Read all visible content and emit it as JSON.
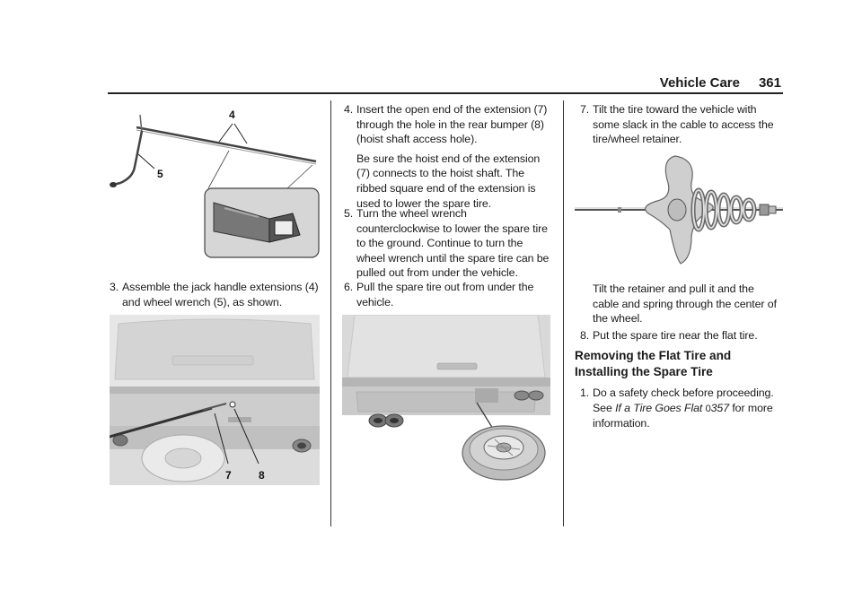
{
  "header": {
    "section": "Vehicle Care",
    "page_number": "361"
  },
  "figures": {
    "fig1_callouts": [
      "4",
      "5"
    ],
    "fig2_callouts": [
      "7",
      "8"
    ]
  },
  "col1": {
    "step3": {
      "num": "3.",
      "text": "Assemble the jack handle extensions (4) and wheel wrench (5), as shown."
    }
  },
  "col2": {
    "step4": {
      "num": "4.",
      "text": "Insert the open end of the extension (7) through the hole in the rear bumper (8) (hoist shaft access hole).",
      "note": "Be sure the hoist end of the extension (7) connects to the hoist shaft. The ribbed square end of the extension is used to lower the spare tire."
    },
    "step5": {
      "num": "5.",
      "text": "Turn the wheel wrench counterclockwise to lower the spare tire to the ground. Continue to turn the wheel wrench until the spare tire can be pulled out from under the vehicle."
    },
    "step6": {
      "num": "6.",
      "text": "Pull the spare tire out from under the vehicle."
    }
  },
  "col3": {
    "step7": {
      "num": "7.",
      "text": "Tilt the tire toward the vehicle with some slack in the cable to access the tire/wheel retainer.",
      "note": "Tilt the retainer and pull it and the cable and spring through the center of the wheel."
    },
    "step8": {
      "num": "8.",
      "text": "Put the spare tire near the flat tire."
    },
    "heading": "Removing the Flat Tire and Installing the Spare Tire",
    "step1": {
      "num": "1.",
      "text_before": "Do a safety check before proceeding. See ",
      "link_text": "If a Tire Goes Flat",
      "arrow": "0",
      "page_ref": "357",
      "text_after": " for more information."
    }
  }
}
